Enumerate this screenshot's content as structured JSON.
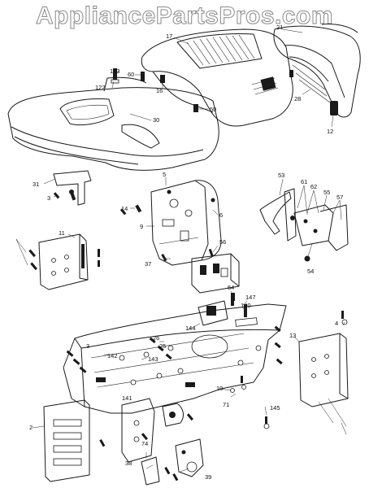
{
  "watermark": "AppliancePartsPros.com",
  "callouts": [
    "17",
    "21",
    "123",
    "122",
    "60",
    "16",
    "50",
    "30",
    "28",
    "12",
    "31",
    "3",
    "5",
    "14",
    "53",
    "61",
    "62",
    "55",
    "57",
    "9",
    "6",
    "56",
    "37",
    "11",
    "54",
    "64",
    "147",
    "140",
    "3",
    "144",
    "26",
    "25",
    "142",
    "143",
    "141",
    "13",
    "4",
    "10",
    "71",
    "145",
    "2",
    "74",
    "38",
    "39"
  ]
}
